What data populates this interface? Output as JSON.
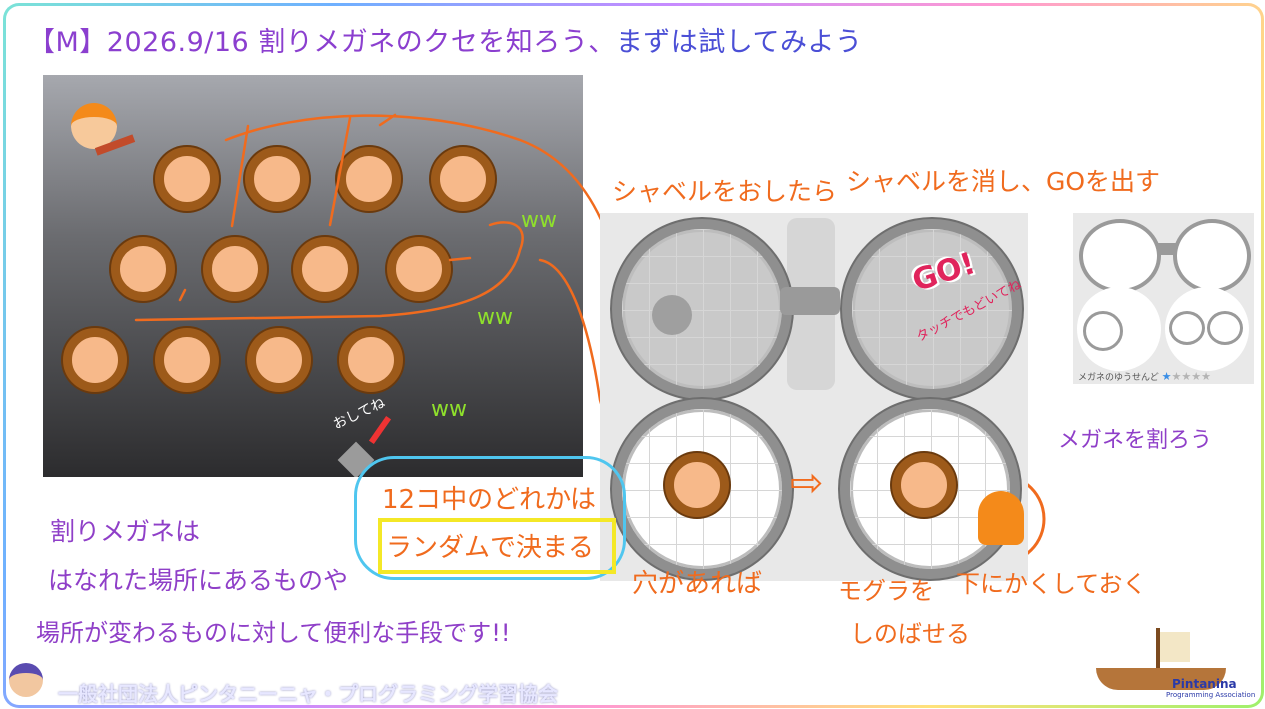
{
  "title": {
    "part1": "【M】2026.9/16 割りメガネのクセを知ろう、",
    "part2": "まずは試してみよう"
  },
  "game": {
    "button_label": "おしてね"
  },
  "annotations": {
    "press_shovel": "シャベルをおしたら",
    "hide_shovel": "シャベルを消し、GOを出す",
    "split_glasses": "メガネを割ろう",
    "if_hole": "穴があれば",
    "hide_mole": "モグラを",
    "hide_mole2": "しのばせる",
    "hide_under": "下にかくしておく",
    "random1": "12コ中のどれかは",
    "random2": "ランダムで決まる",
    "note1": "割りメガネは",
    "note2": "はなれた場所にあるものや",
    "note3": "場所が変わるものに対して便利な手段です!!"
  },
  "panel": {
    "go": "GO!",
    "go_sub": "タッチでもどいてね"
  },
  "sidebar": {
    "rating_label": "メガネのゆうせんど",
    "rating": 1,
    "rating_max": 5
  },
  "footer": {
    "org": "一般社団法人ピンタニーニャ・プログラミング学習協会",
    "logo": "Pintanina",
    "logo_sub": "Programming Association"
  },
  "colors": {
    "accent_orange": "#f06b1e",
    "title_purple": "#8b3fcf",
    "title_blue": "#4b4fd6",
    "highlight_yellow": "#f4e827",
    "callout_blue": "#4fc6ef"
  }
}
